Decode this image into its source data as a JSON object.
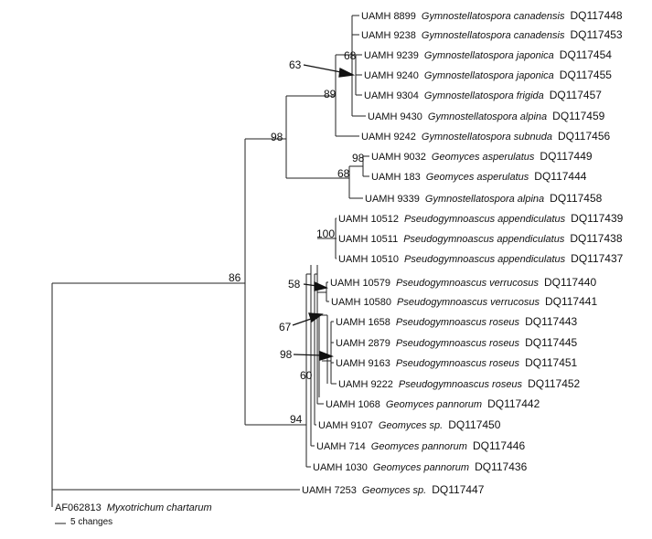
{
  "leaves": [
    {
      "strain": "UAMH 8899",
      "species": "Gymnostellatospora canadensis",
      "accession": "DQ117448"
    },
    {
      "strain": "UAMH 9238",
      "species": "Gymnostellatospora canadensis",
      "accession": "DQ117453"
    },
    {
      "strain": "UAMH 9239",
      "species": "Gymnostellatospora japonica",
      "accession": "DQ117454"
    },
    {
      "strain": "UAMH 9240",
      "species": "Gymnostellatospora japonica",
      "accession": "DQ117455"
    },
    {
      "strain": "UAMH 9304",
      "species": "Gymnostellatospora frigida",
      "accession": "DQ117457"
    },
    {
      "strain": "UAMH 9430",
      "species": "Gymnostellatospora alpina",
      "accession": "DQ117459"
    },
    {
      "strain": "UAMH 9242",
      "species": "Gymnostellatospora subnuda",
      "accession": "DQ117456"
    },
    {
      "strain": "UAMH 9032",
      "species": "Geomyces asperulatus",
      "accession": "DQ117449"
    },
    {
      "strain": "UAMH 183",
      "species": "Geomyces asperulatus",
      "accession": "DQ117444"
    },
    {
      "strain": "UAMH 9339",
      "species": "Gymnostellatospora alpina",
      "accession": "DQ117458"
    },
    {
      "strain": "UAMH 10512",
      "species": "Pseudogymnoascus appendiculatus",
      "accession": "DQ117439"
    },
    {
      "strain": "UAMH 10511",
      "species": "Pseudogymnoascus appendiculatus",
      "accession": "DQ117438"
    },
    {
      "strain": "UAMH 10510",
      "species": "Pseudogymnoascus appendiculatus",
      "accession": "DQ117437"
    },
    {
      "strain": "UAMH 10579",
      "species": "Pseudogymnoascus verrucosus",
      "accession": "DQ117440"
    },
    {
      "strain": "UAMH 10580",
      "species": "Pseudogymnoascus verrucosus",
      "accession": "DQ117441"
    },
    {
      "strain": "UAMH 1658",
      "species": "Pseudogymnoascus roseus",
      "accession": "DQ117443"
    },
    {
      "strain": "UAMH 2879",
      "species": "Pseudogymnoascus roseus",
      "accession": "DQ117445"
    },
    {
      "strain": "UAMH 9163",
      "species": "Pseudogymnoascus roseus",
      "accession": "DQ117451"
    },
    {
      "strain": "UAMH 9222",
      "species": "Pseudogymnoascus roseus",
      "accession": "DQ117452"
    },
    {
      "strain": "UAMH 1068",
      "species": "Geomyces pannorum",
      "accession": "DQ117442"
    },
    {
      "strain": "UAMH 9107",
      "species": "Geomyces sp.",
      "accession": "DQ117450"
    },
    {
      "strain": "UAMH 714",
      "species": "Geomyces pannorum",
      "accession": "DQ117446"
    },
    {
      "strain": "UAMH 1030",
      "species": "Geomyces pannorum",
      "accession": "DQ117436"
    },
    {
      "strain": "UAMH 7253",
      "species": "Geomyces sp.",
      "accession": "DQ117447"
    },
    {
      "strain": "AF062813",
      "species": "Myxotrichum chartarum",
      "accession": ""
    }
  ],
  "bootstrap": [
    "63",
    "68",
    "89",
    "98",
    "98",
    "68",
    "100",
    "58",
    "67",
    "98",
    "60",
    "86",
    "94"
  ],
  "scale_label": "5 changes"
}
